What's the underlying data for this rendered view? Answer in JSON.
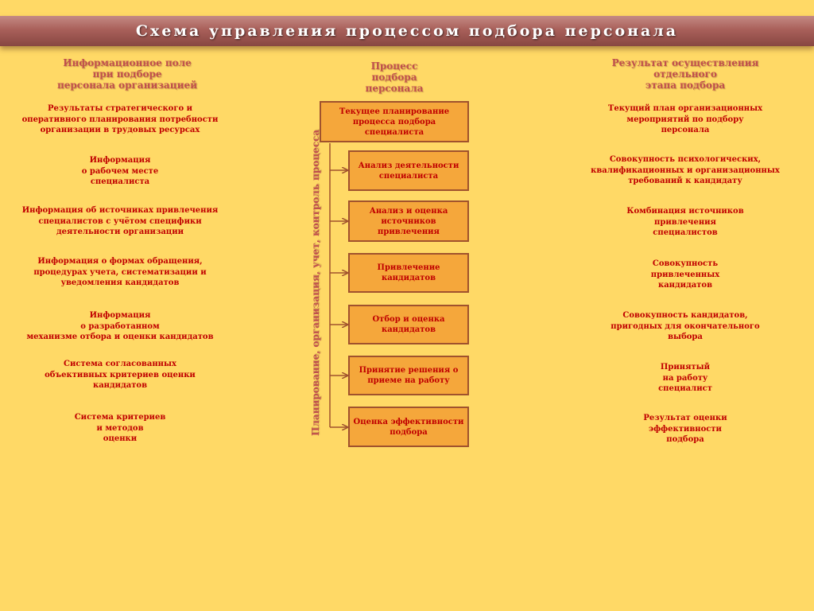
{
  "title": "Схема управления процессом подбора персонала",
  "headers": {
    "left": "Информационное поле\nпри подборе\nперсонала  организацией",
    "center": "Процесс\nподбора\nперсонала",
    "right": "Результат осуществления\nотдельного\nэтапа подбора"
  },
  "vertical_label": "Планирование, организация, учет, контроль процесса",
  "top_box": "Текущее планирование\nпроцесса подбора специалиста",
  "steps": [
    "Анализ деятельности\nспециалиста",
    "Анализ и оценка\nисточников\nпривлечения",
    "Привлечение\nкандидатов",
    "Отбор и оценка\nкандидатов",
    "Принятие решения о\nприеме на работу",
    "Оценка эффективности\nподбора"
  ],
  "left_items": [
    "Результаты стратегического и\nоперативного планирования потребности\nорганизации в трудовых ресурсах",
    "Информация\nо рабочем месте\nспециалиста",
    "Информация об источниках привлечения\nспециалистов с учётом специфики\nдеятельности организации",
    "Информация о формах обращения,\nпроцедурах учета, систематизации и\nуведомления кандидатов",
    "Информация\nо разработанном\nмеханизме отбора и оценки кандидатов",
    "Система согласованных\nобъективных критериев оценки\nкандидатов",
    "Система критериев\nи методов\nоценки"
  ],
  "right_items": [
    "Текущий план организационных\nмероприятий по подбору\nперсонала",
    "Совокупность психологических,\nквалификационных и организационных\nтребований к кандидату",
    "Комбинация источников\nпривлечения\nспециалистов",
    "Совокупность\nпривлеченных\nкандидатов",
    "Совокупность кандидатов,\nпригодных для окончательного\nвыбора",
    "Принятый\nна работу\nспециалист",
    "Результат оценки\nэффективности\nподбора"
  ],
  "colors": {
    "background": "#ffd966",
    "banner": "#a9605a",
    "box_fill": "#f5a73b",
    "box_border": "#a0522d",
    "text": "#c00000",
    "heading": "#c0504d"
  }
}
